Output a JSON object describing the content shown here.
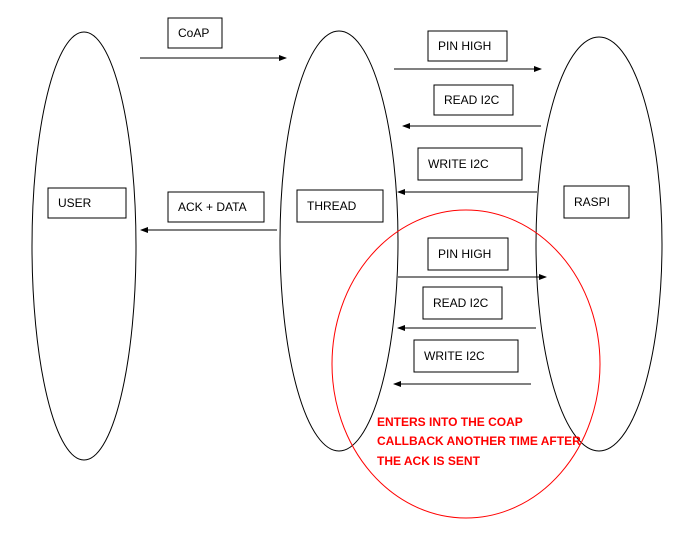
{
  "nodes": {
    "user": "USER",
    "thread": "THREAD",
    "raspi": "RASPI"
  },
  "messages": {
    "coap": "CoAP",
    "ack_data": "ACK + DATA",
    "pin_high_1": "PIN HIGH",
    "read_i2c_1": "READ I2C",
    "write_i2c_1": "WRITE I2C",
    "pin_high_2": "PIN HIGH",
    "read_i2c_2": "READ I2C",
    "write_i2c_2": "WRITE I2C"
  },
  "annotation": {
    "line1": "ENTERS INTO THE COAP",
    "line2": "CALLBACK ANOTHER TIME AFTER",
    "line3": "THE ACK IS SENT"
  },
  "colors": {
    "line": "#000000",
    "highlight": "#ff0000"
  }
}
